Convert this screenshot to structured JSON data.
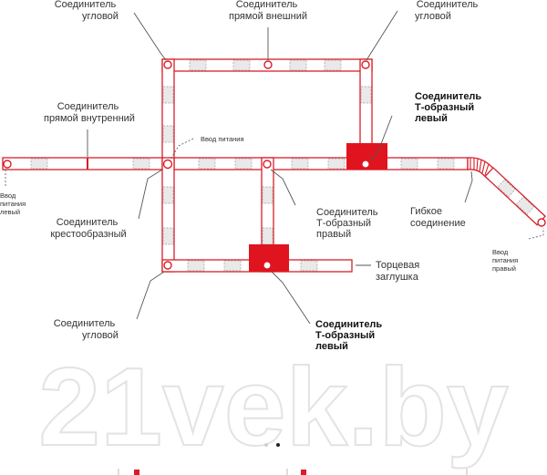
{
  "watermark": "21vek.by",
  "colors": {
    "track_outline": "#d81e28",
    "connector_fill": "#e0141e",
    "label_text": "#333333",
    "leader_line": "#555555"
  },
  "labels": {
    "corner_top_left": [
      "Соединитель",
      "угловой"
    ],
    "straight_external": [
      "Соединитель",
      "прямой внешний"
    ],
    "corner_top_right": [
      "Соединитель",
      "угловой"
    ],
    "straight_internal": [
      "Соединитель",
      "прямой внутренний"
    ],
    "t_left_top": [
      "Соединитель",
      "Т-образный",
      "левый"
    ],
    "power_input": [
      "Ввод питания"
    ],
    "power_input_left": [
      "Ввод",
      "питания",
      "левый"
    ],
    "cross": [
      "Соединитель",
      "крестообразный"
    ],
    "t_right": [
      "Соединитель",
      "Т-образный",
      "правый"
    ],
    "flexible": [
      "Гибкое",
      "соединение"
    ],
    "power_input_right": [
      "Ввод",
      "питания",
      "правый"
    ],
    "end_cap": [
      "Торцевая",
      "заглушка"
    ],
    "corner_bottom": [
      "Соединитель",
      "угловой"
    ],
    "t_left_bottom": [
      "Соединитель",
      "Т-образный",
      "левый"
    ]
  }
}
